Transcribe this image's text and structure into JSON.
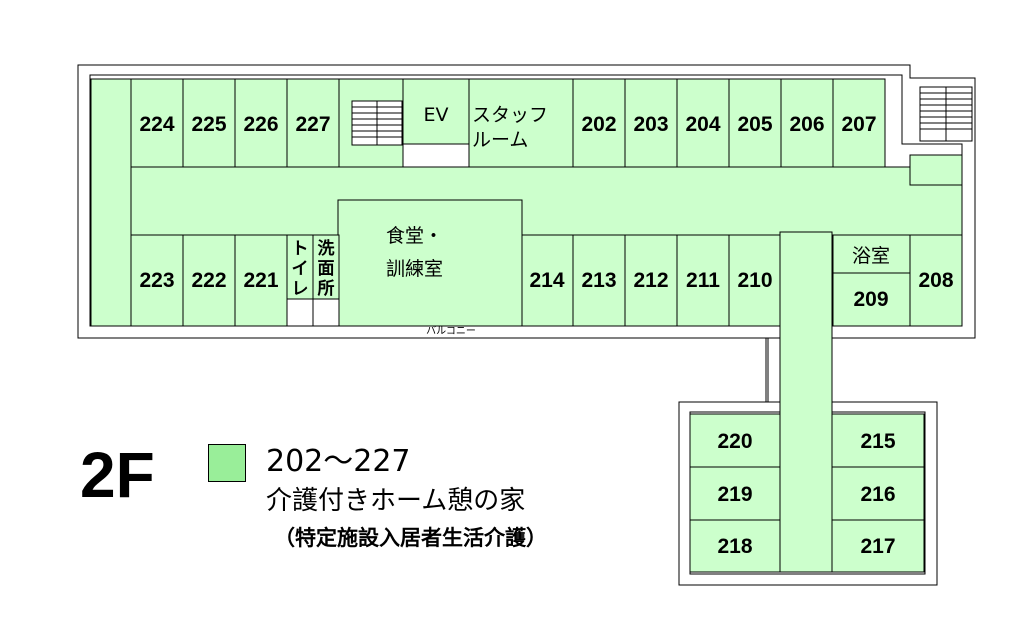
{
  "legend": {
    "floor": "2F",
    "swatch_color": "#99ee99",
    "range": "202～227",
    "facility_name": "介護付きホーム憩の家",
    "facility_type": "（特定施設入居者生活介護）"
  },
  "colors": {
    "room_fill": "#ccffcc",
    "outline": "#000000"
  },
  "rooms": {
    "r224": "224",
    "r225": "225",
    "r226": "226",
    "r227": "227",
    "r202": "202",
    "r203": "203",
    "r204": "204",
    "r205": "205",
    "r206": "206",
    "r207": "207",
    "r223": "223",
    "r222": "222",
    "r221": "221",
    "r214": "214",
    "r213": "213",
    "r212": "212",
    "r211": "211",
    "r210": "210",
    "r209": "209",
    "r208": "208",
    "r220": "220",
    "r219": "219",
    "r218": "218",
    "r215": "215",
    "r216": "216",
    "r217": "217"
  },
  "labels": {
    "ev": "EV",
    "staff_line1": "スタッフ",
    "staff_line2": "ルーム",
    "dining_line1": "食堂・",
    "dining_line2": "訓練室",
    "toilet_1": "ト",
    "toilet_2": "イ",
    "toilet_3": "レ",
    "washroom_1": "洗",
    "washroom_2": "面",
    "washroom_3": "所",
    "bath": "浴室",
    "balcony": "バルコニー"
  }
}
